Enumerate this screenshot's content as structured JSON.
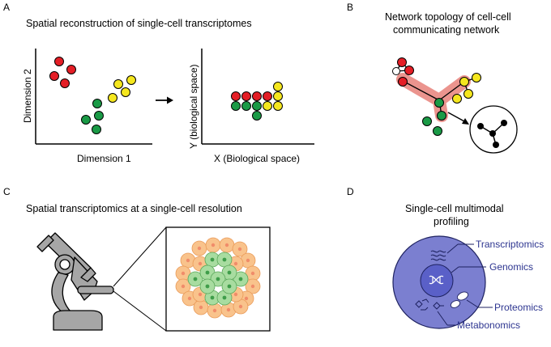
{
  "panels": {
    "A": {
      "letter": "A",
      "title": "Spatial reconstruction of single-cell transcriptomes",
      "left_plot": {
        "xlabel": "Dimension 1",
        "ylabel": "Dimension 2"
      },
      "right_plot": {
        "xlabel": "X (Biological space)",
        "ylabel": "Y (biological space)"
      }
    },
    "B": {
      "letter": "B",
      "title_line1": "Network topology of cell-cell",
      "title_line2": "communicating network"
    },
    "C": {
      "letter": "C",
      "title": "Spatial transcriptomics at a  single-cell resolution"
    },
    "D": {
      "letter": "D",
      "title_line1": "Single-cell multimodal",
      "title_line2": "profiling",
      "labels": {
        "transcriptomics": "Transcriptomics",
        "genomics": "Genomics",
        "proteomics": "Proteomics",
        "metabonomics": "Metabonomics"
      }
    }
  },
  "colors": {
    "red": "#e41e26",
    "yellow": "#f5e71e",
    "green": "#1a9a46",
    "orange_cell": "#f9c38c",
    "green_cell": "#a8dca0",
    "cell_blue": "#7b7fd0",
    "nucleus_blue": "#5a60c8",
    "label_blue": "#2d3590",
    "highlight": "#e8817a",
    "microscope_gray": "#a6a6a6"
  }
}
